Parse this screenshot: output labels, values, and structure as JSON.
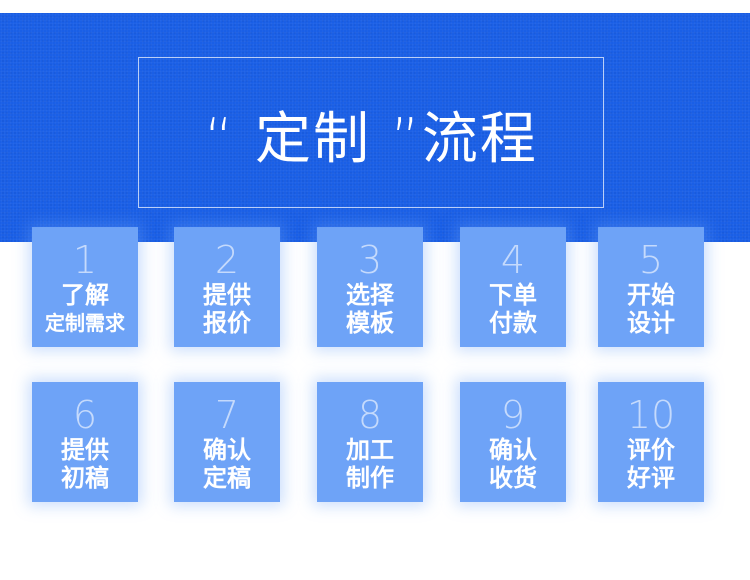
{
  "header": {
    "title": "“ 定制 ”流程"
  },
  "steps": [
    {
      "number": "1",
      "line1": "了解",
      "line2": "定制需求"
    },
    {
      "number": "2",
      "line1": "提供",
      "line2": "报价"
    },
    {
      "number": "3",
      "line1": "选择",
      "line2": "模板"
    },
    {
      "number": "4",
      "line1": "下单",
      "line2": "付款"
    },
    {
      "number": "5",
      "line1": "开始",
      "line2": "设计"
    },
    {
      "number": "6",
      "line1": "提供",
      "line2": "初稿"
    },
    {
      "number": "7",
      "line1": "确认",
      "line2": "定稿"
    },
    {
      "number": "8",
      "line1": "加工",
      "line2": "制作"
    },
    {
      "number": "9",
      "line1": "确认",
      "line2": "收货"
    },
    {
      "number": "10",
      "line1": "评价",
      "line2": "好评"
    }
  ],
  "colors": {
    "banner": "#1a5fe6",
    "step_card": "#6ea3f7",
    "text": "#ffffff"
  }
}
